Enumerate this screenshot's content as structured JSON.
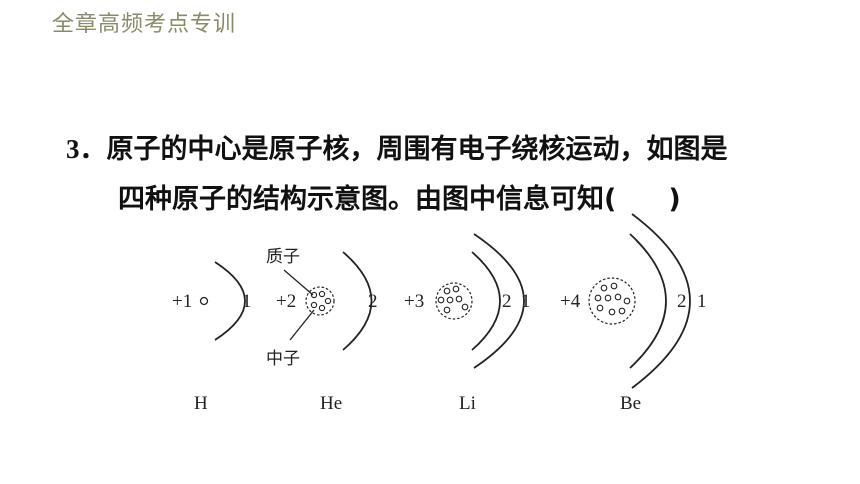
{
  "header": {
    "title": "全章高频考点专训"
  },
  "question": {
    "number": "3",
    "line1": "原子的中心是原子核，周围有电子绕核运动，如图是",
    "line2": "四种原子的结构示意图。由图中信息可知(",
    "line2_end": ")"
  },
  "diagram": {
    "label_proton": "质子",
    "label_neutron": "中子",
    "atoms": [
      {
        "symbol": "H",
        "charge": "+1",
        "shells": [
          "1"
        ]
      },
      {
        "symbol": "He",
        "charge": "+2",
        "shells": [
          "2"
        ]
      },
      {
        "symbol": "Li",
        "charge": "+3",
        "shells": [
          "2",
          "1"
        ]
      },
      {
        "symbol": "Be",
        "charge": "+4",
        "shells": [
          "2",
          "1"
        ]
      }
    ]
  }
}
